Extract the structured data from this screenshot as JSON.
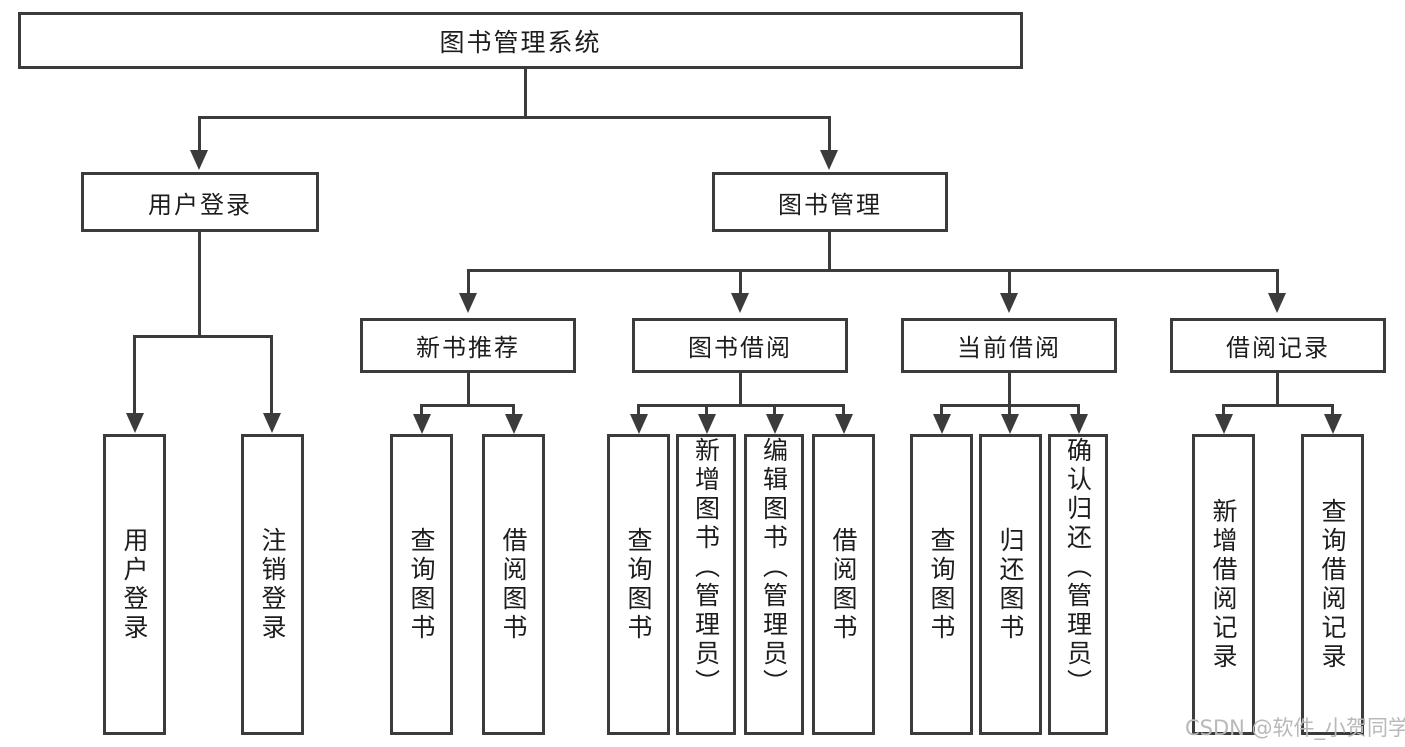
{
  "diagram": {
    "title": "图书管理系统",
    "type": "tree-hierarchy-chart",
    "root": {
      "label": "图书管理系统"
    },
    "level2": [
      {
        "label": "用户登录"
      },
      {
        "label": "图书管理"
      }
    ],
    "level3": [
      {
        "label": "新书推荐"
      },
      {
        "label": "图书借阅"
      },
      {
        "label": "当前借阅"
      },
      {
        "label": "借阅记录"
      }
    ],
    "leaves": {
      "user_login": [
        {
          "label": "用户登录"
        },
        {
          "label": "注销登录"
        }
      ],
      "new_book_recommend": [
        {
          "label": "查询图书"
        },
        {
          "label": "借阅图书"
        }
      ],
      "book_borrow": [
        {
          "label": "查询图书"
        },
        {
          "label": "新增图书（管理员）"
        },
        {
          "label": "编辑图书（管理员）"
        },
        {
          "label": "借阅图书"
        }
      ],
      "current_borrow": [
        {
          "label": "查询图书"
        },
        {
          "label": "归还图书"
        },
        {
          "label": "确认归还（管理员）"
        }
      ],
      "borrow_record": [
        {
          "label": "新增借阅记录"
        },
        {
          "label": "查询借阅记录"
        }
      ]
    }
  },
  "watermark": {
    "text": "CSDN @软件_小贺同学"
  },
  "colors": {
    "line": "#3b3b3b",
    "box_fill": "#ffffff",
    "text": "#1d1d1d",
    "watermark": "#b9b9b9",
    "background": "#ffffff"
  }
}
